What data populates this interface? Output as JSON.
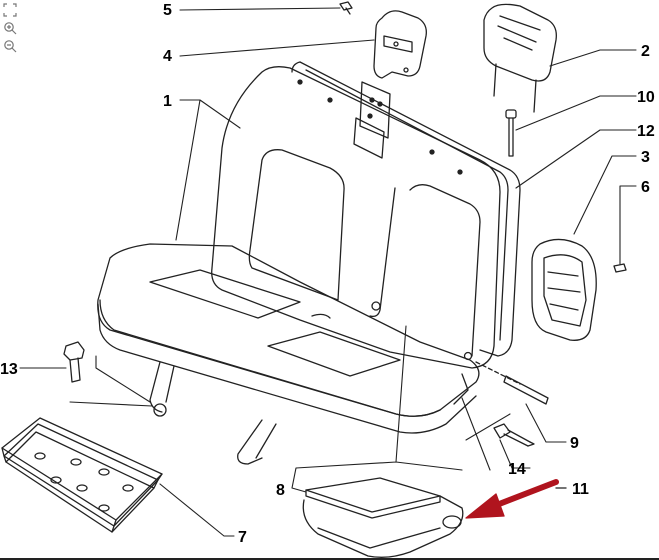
{
  "toolbar": {
    "tools": [
      {
        "name": "fit-to-window-icon"
      },
      {
        "name": "zoom-in-icon"
      },
      {
        "name": "zoom-out-icon"
      }
    ]
  },
  "diagram": {
    "callouts": [
      {
        "id": "c1",
        "label": "1"
      },
      {
        "id": "c2",
        "label": "2"
      },
      {
        "id": "c3",
        "label": "3"
      },
      {
        "id": "c4",
        "label": "4"
      },
      {
        "id": "c5",
        "label": "5"
      },
      {
        "id": "c6",
        "label": "6"
      },
      {
        "id": "c7",
        "label": "7"
      },
      {
        "id": "c8",
        "label": "8"
      },
      {
        "id": "c9",
        "label": "9"
      },
      {
        "id": "c10",
        "label": "10"
      },
      {
        "id": "c11",
        "label": "11"
      },
      {
        "id": "c12",
        "label": "12"
      },
      {
        "id": "c13",
        "label": "13"
      },
      {
        "id": "c14",
        "label": "14"
      }
    ],
    "highlight_arrow_color": "#b0141e",
    "line_color": "#222222"
  }
}
